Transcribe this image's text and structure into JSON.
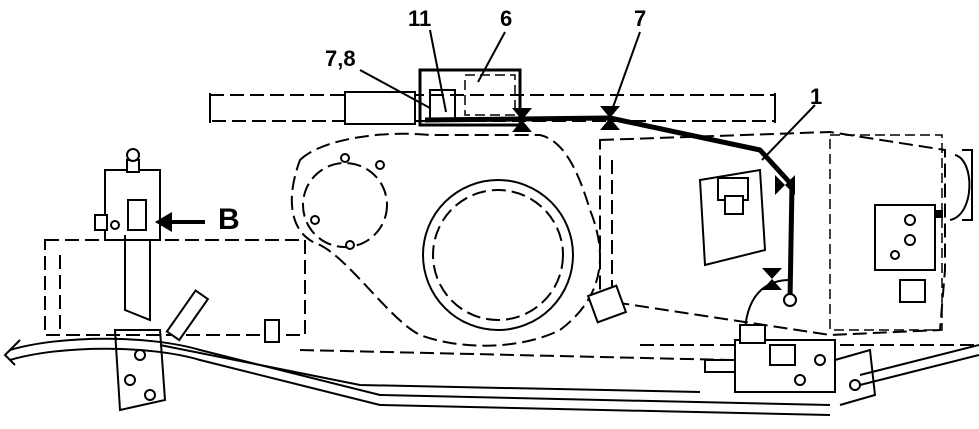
{
  "callouts": {
    "item_11": "11",
    "item_6": "6",
    "item_7_top": "7",
    "item_7_8": "7‚8",
    "item_1": "1",
    "view_b": "B"
  }
}
